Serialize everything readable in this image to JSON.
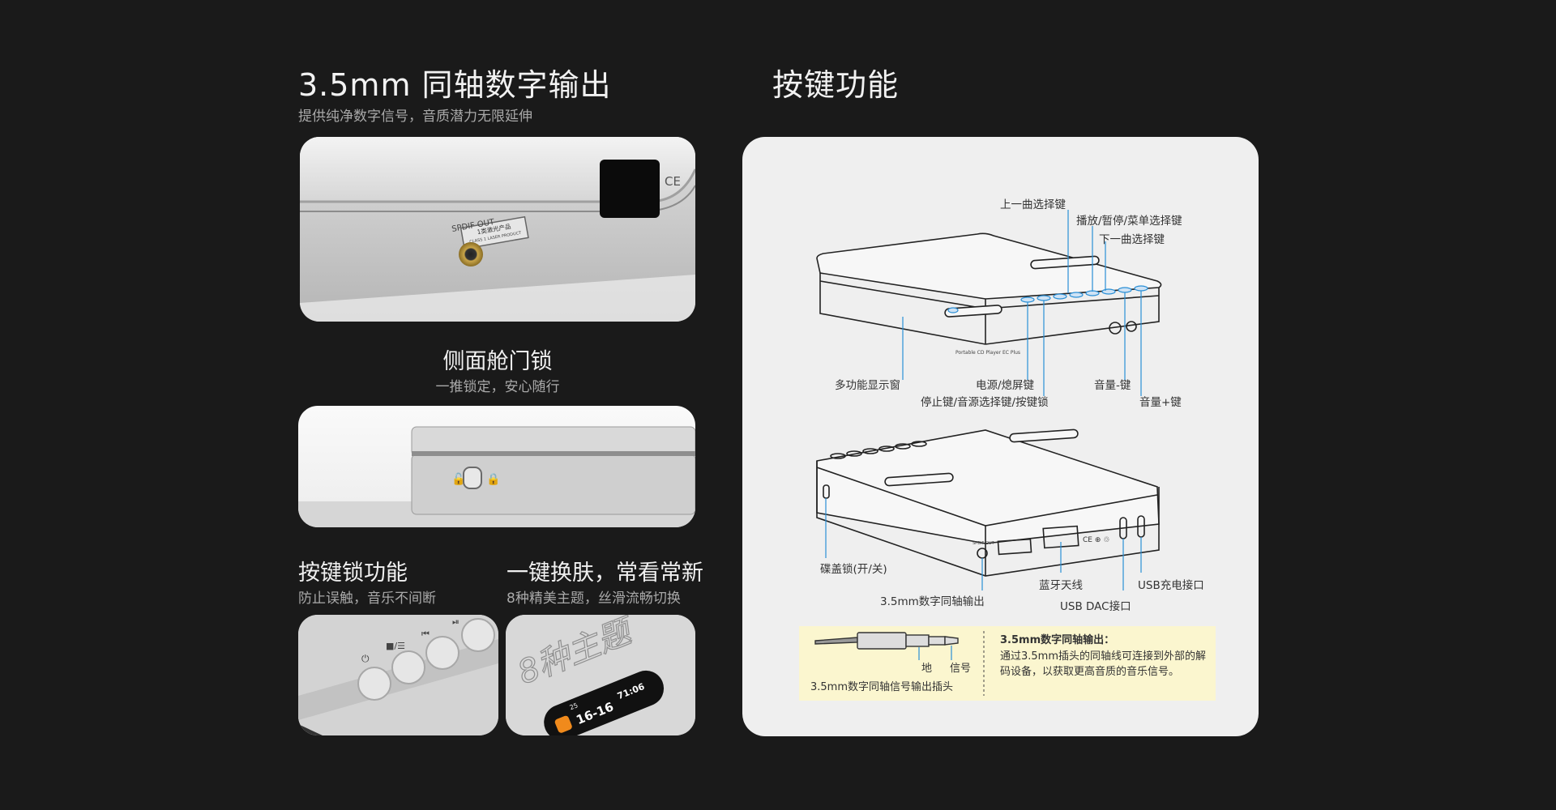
{
  "left": {
    "section1": {
      "title": "3.5mm 同轴数字输出",
      "subtitle": "提供纯净数字信号，音质潜力无限延伸",
      "image": {
        "spdif_label": "SPDIF OUT",
        "laser_label_line1": "1类激光产品",
        "laser_label_line2": "CLASS 1 LASER PRODUCT",
        "ce_mark": "CE"
      }
    },
    "section2": {
      "title": "侧面舱门锁",
      "subtitle": "一推锁定，安心随行"
    },
    "section3": {
      "title": "按键锁功能",
      "subtitle": "防止误触，音乐不间断"
    },
    "section4": {
      "title": "一键换肤，常看常新",
      "subtitle": "8种精美主题，丝滑流畅切换",
      "image": {
        "big_text": "8种主题",
        "screen_left": "16-16",
        "screen_right": "71:06",
        "screen_top": "25"
      }
    }
  },
  "right": {
    "title": "按键功能",
    "top_device_labels": {
      "prev": "上一曲选择键",
      "play": "播放/暂停/菜单选择键",
      "next": "下一曲选择键",
      "display": "多功能显示窗",
      "power": "电源/熄屏键",
      "stop": "停止键/音源选择键/按键锁",
      "vol_down": "音量-键",
      "vol_up": "音量+键",
      "device_text": "Portable CD Player EC Plus"
    },
    "bottom_device_labels": {
      "disc_lock": "碟盖锁(开/关)",
      "coax": "3.5mm数字同轴输出",
      "bt": "蓝牙天线",
      "usb_dac": "USB DAC接口",
      "usb_charge": "USB充电接口",
      "spdif": "SPDIF OUT"
    },
    "note": {
      "plug_ground": "地",
      "plug_signal": "信号",
      "plug_caption": "3.5mm数字同轴信号输出插头",
      "heading": "3.5mm数字同轴输出：",
      "body": "通过3.5mm插头的同轴线可连接到外部的解码设备，以获取更高音质的音乐信号。"
    }
  },
  "colors": {
    "background": "#1a1a1a",
    "panel": "#efefef",
    "note_bg": "#fbf6cf",
    "leader": "#2a8fd6"
  }
}
